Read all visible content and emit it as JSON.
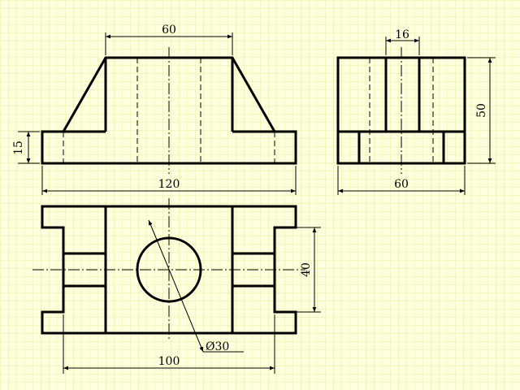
{
  "drawing": {
    "background": "#ffffe0",
    "grid_color": "#c6e67a",
    "line_color": "#000000"
  },
  "dimensions": {
    "front_top_width": "60",
    "front_base_height": "15",
    "front_overall_width": "120",
    "side_slot_width": "16",
    "side_height": "50",
    "side_width": "60",
    "top_slot_depth": "40",
    "top_hole_diameter": "Ø30",
    "top_inner_width": "100"
  }
}
